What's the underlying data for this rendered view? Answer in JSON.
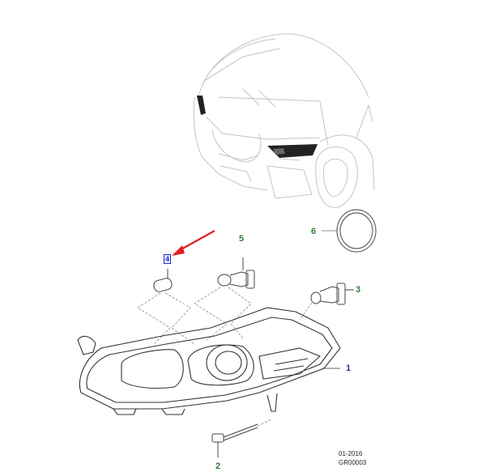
{
  "callouts": {
    "c1": "1",
    "c2": "2",
    "c3": "3",
    "c4": "4",
    "c5": "5",
    "c6": "6"
  },
  "footer": {
    "date": "01-2016",
    "code": "GR00003"
  },
  "colors": {
    "callout_green": "#2e7d32",
    "callout_blue": "#2233aa",
    "selection_blue": "#1a2fd0",
    "pointer_red": "#e02020",
    "faint_line": "#c4c4c4",
    "line": "#555555"
  },
  "icons": {
    "pointer": "red-arrow-icon"
  }
}
